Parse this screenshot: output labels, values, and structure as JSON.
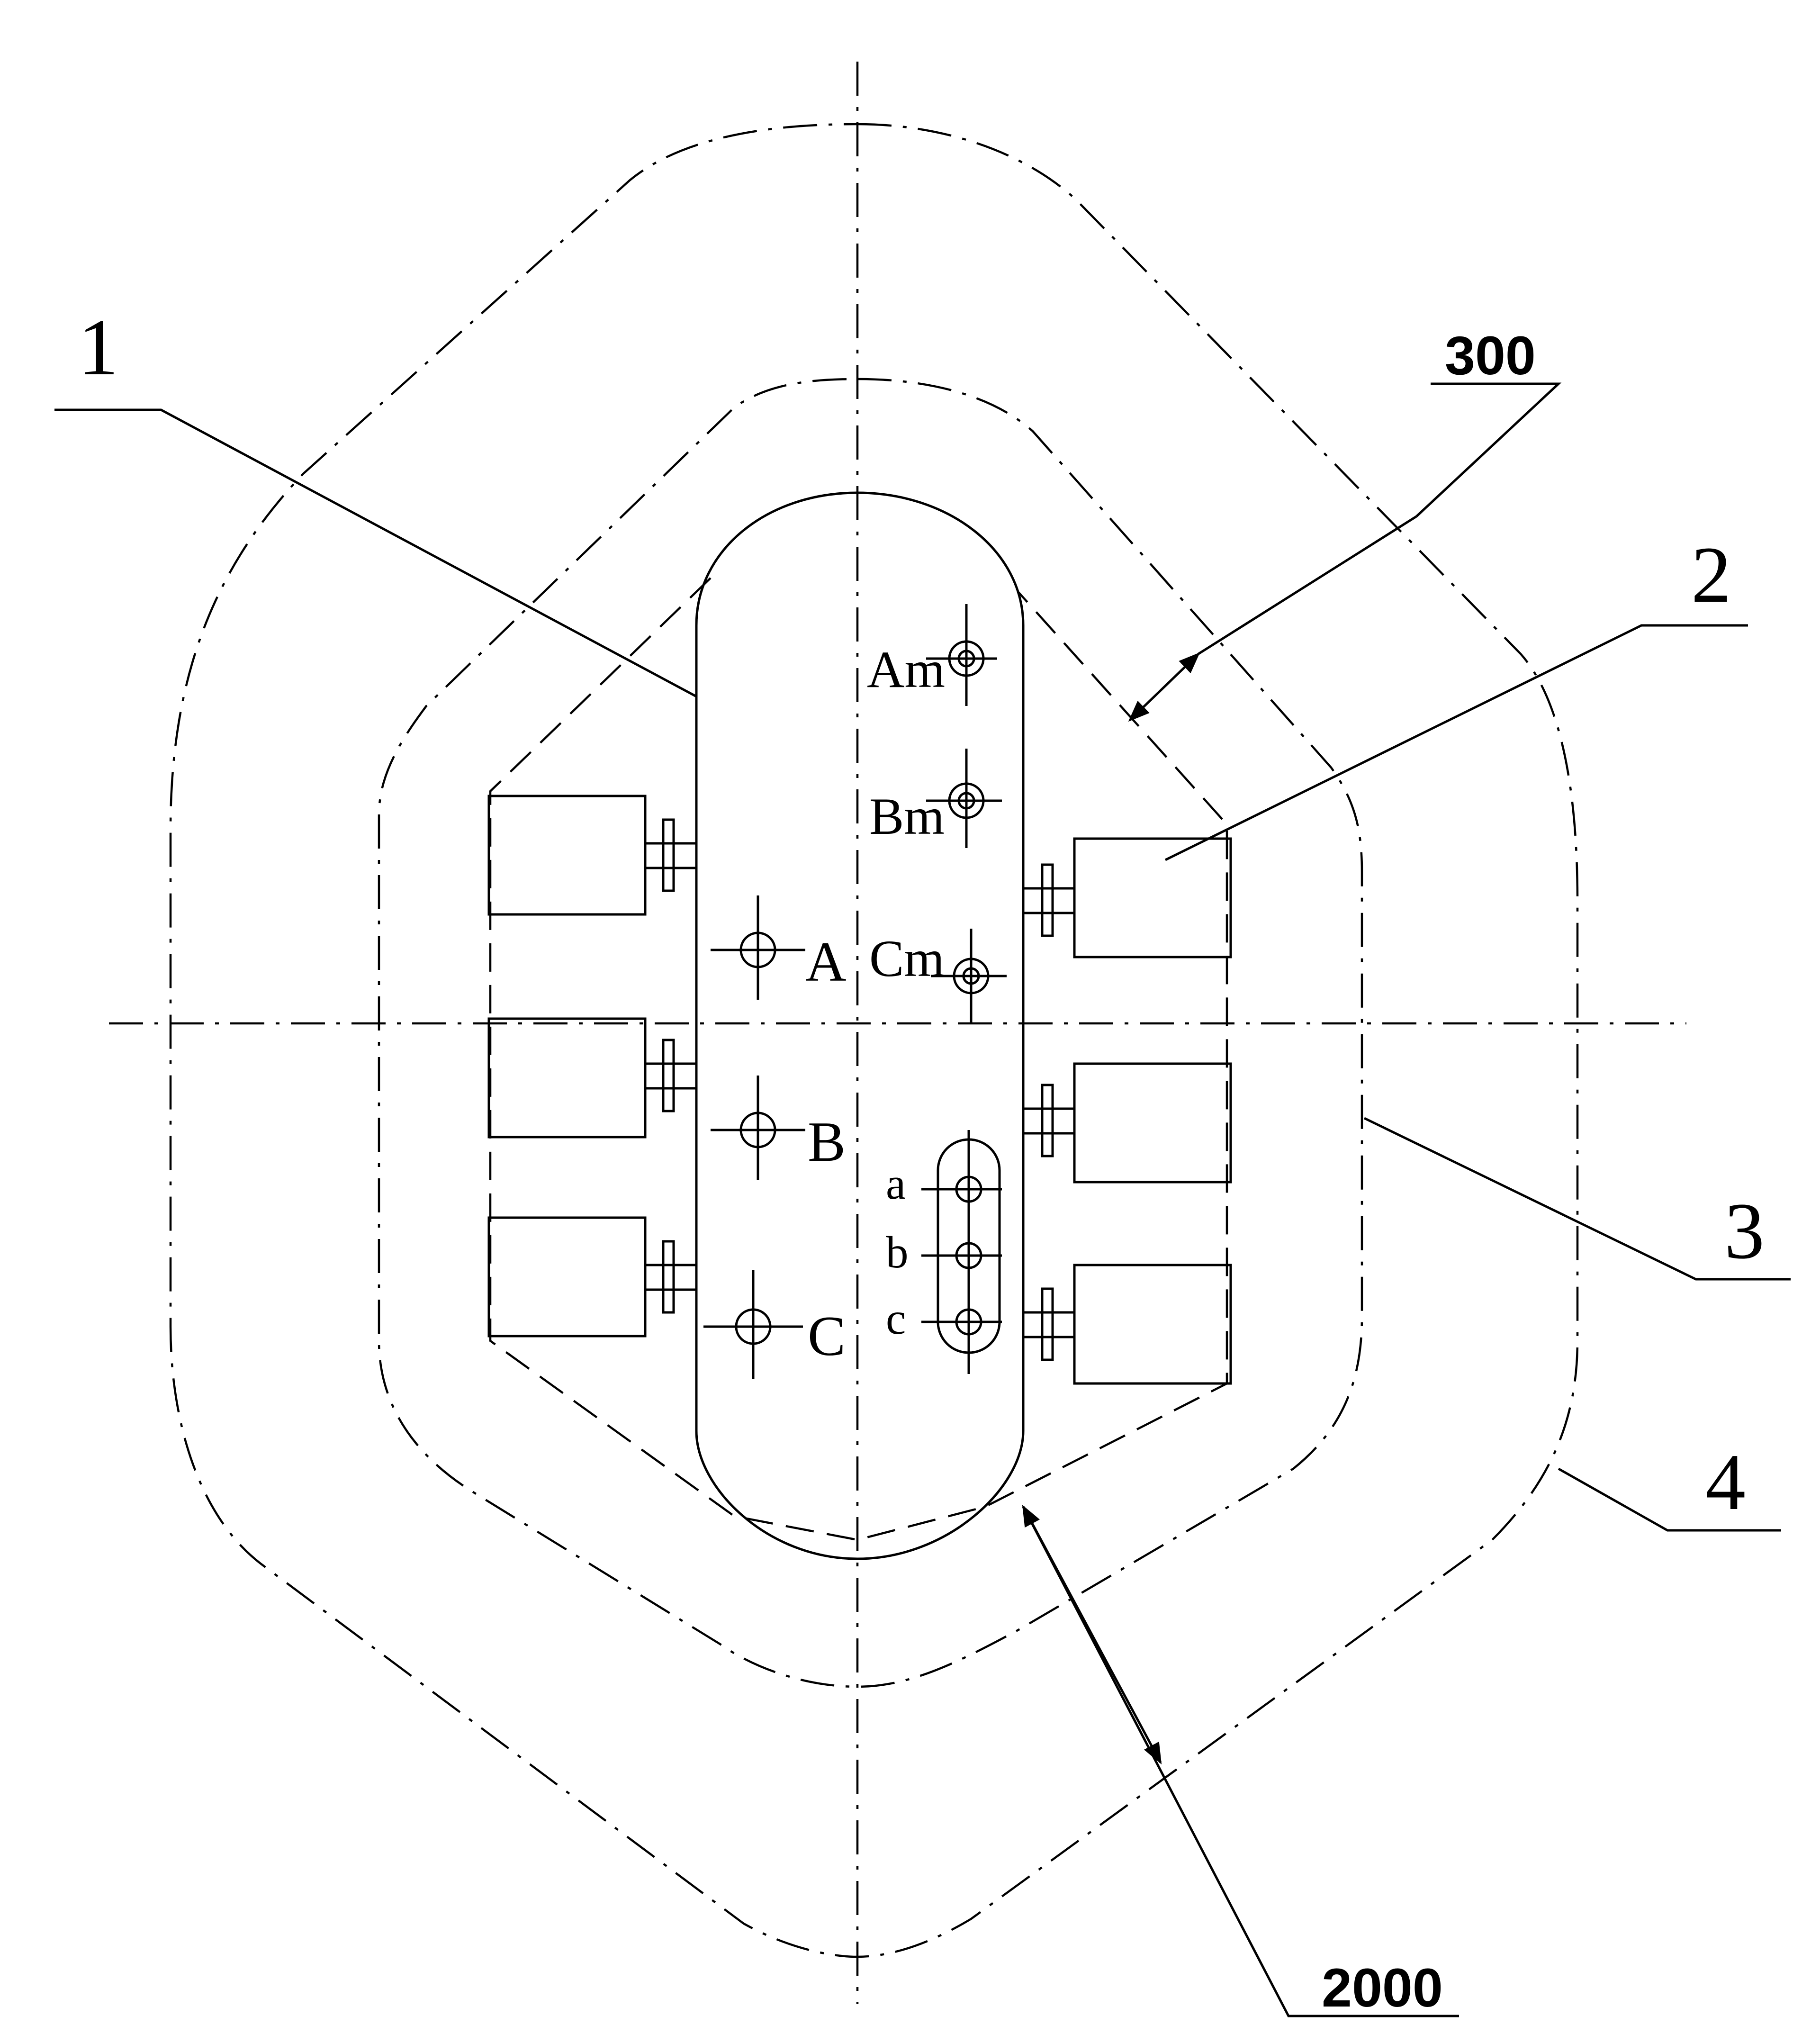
{
  "diagram": {
    "part_numbers": {
      "p1": "1",
      "p2": "2",
      "p3": "3",
      "p4": "4"
    },
    "dimensions": {
      "inner_clearance": "300",
      "outer_clearance": "2000"
    },
    "electrodes": {
      "a_big": "A",
      "b_big": "B",
      "c_big": "C"
    },
    "measure_points": {
      "am": "Am",
      "bm": "Bm",
      "cm": "Cm"
    },
    "slot_points": {
      "a": "a",
      "b": "b",
      "c": "c"
    }
  }
}
